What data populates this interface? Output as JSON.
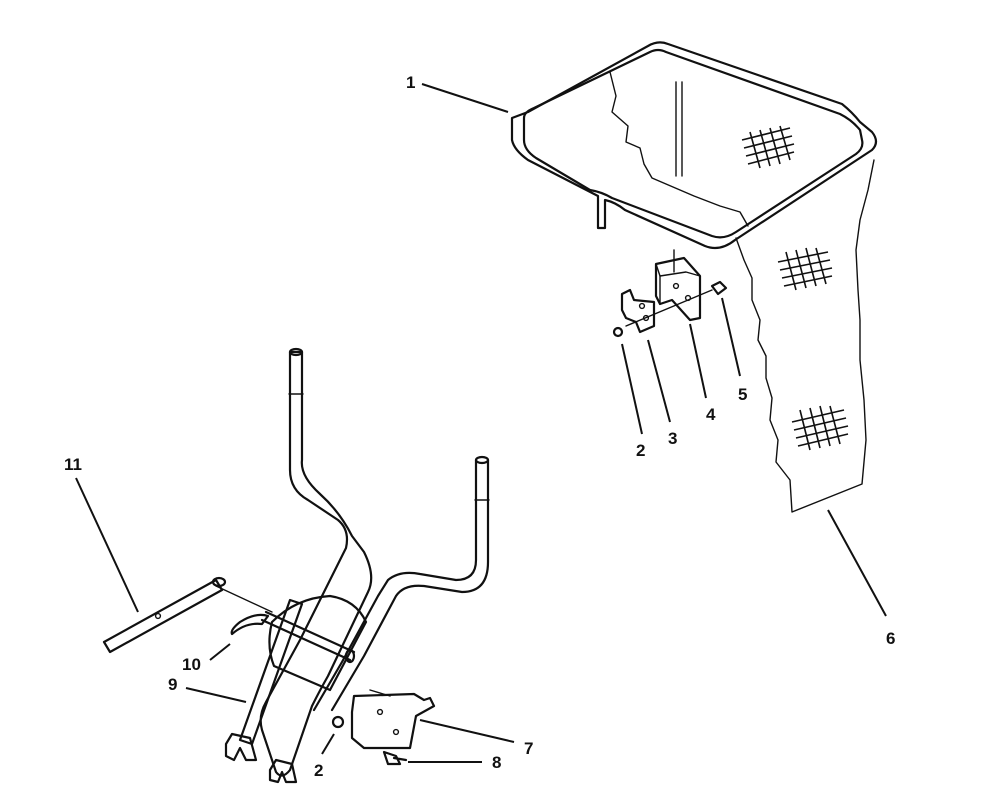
{
  "callouts": {
    "c1": "1",
    "c2a": "2",
    "c3": "3",
    "c4": "4",
    "c5": "5",
    "c6": "6",
    "c7": "7",
    "c8": "8",
    "c2b": "2",
    "c9": "9",
    "c10": "10",
    "c11": "11"
  }
}
